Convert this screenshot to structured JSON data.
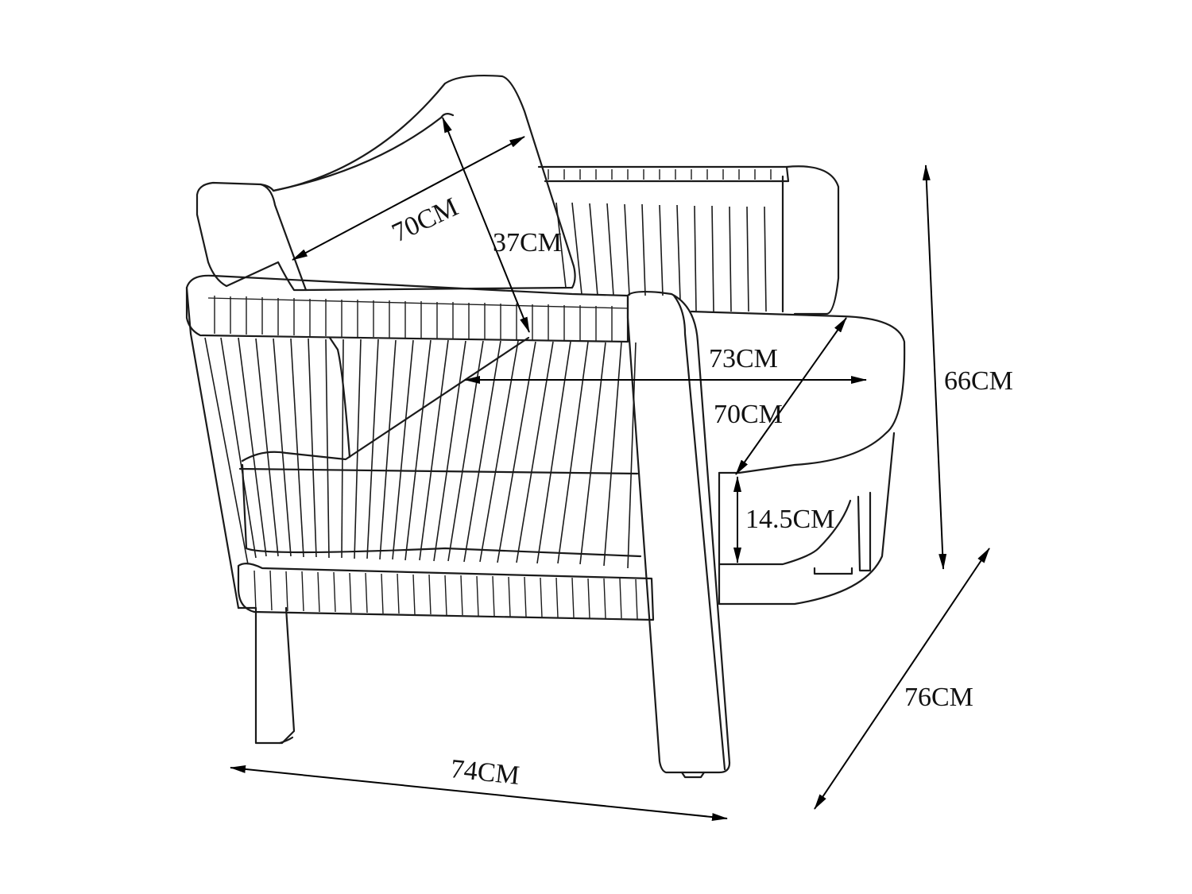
{
  "dimensions": {
    "back_cushion_width": "70CM",
    "back_cushion_height": "37CM",
    "seat_width": "73CM",
    "seat_depth": "70CM",
    "seat_cushion_thickness": "14.5CM",
    "overall_height": "66CM",
    "overall_depth": "76CM",
    "overall_width": "74CM"
  },
  "colors": {
    "line": "#1a1a1a",
    "background": "#ffffff"
  }
}
